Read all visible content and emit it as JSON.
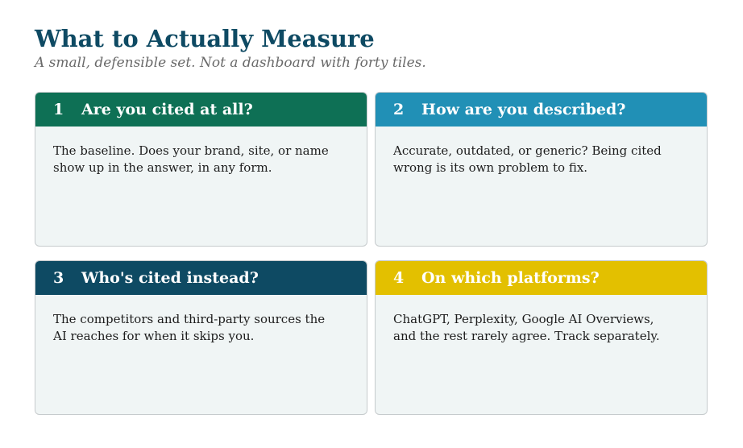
{
  "header": {
    "title": "What to Actually Measure",
    "subtitle": "A small, defensible set. Not a dashboard with forty tiles."
  },
  "cards": [
    {
      "number": "1",
      "title": "Are you cited at all?",
      "body": "The baseline. Does your brand, site, or name show up in the answer, in any form.",
      "color": "#0e7055"
    },
    {
      "number": "2",
      "title": "How are you described?",
      "body": "Accurate, outdated, or generic? Being cited wrong is its own problem to fix.",
      "color": "#2190b6"
    },
    {
      "number": "3",
      "title": "Who's cited instead?",
      "body": "The competitors and third-party sources the AI reaches for when it skips you.",
      "color": "#0e4a63"
    },
    {
      "number": "4",
      "title": "On which platforms?",
      "body": "ChatGPT, Perplexity, Google AI Overviews, and the rest rarely agree. Track separately.",
      "color": "#e3c000"
    }
  ]
}
